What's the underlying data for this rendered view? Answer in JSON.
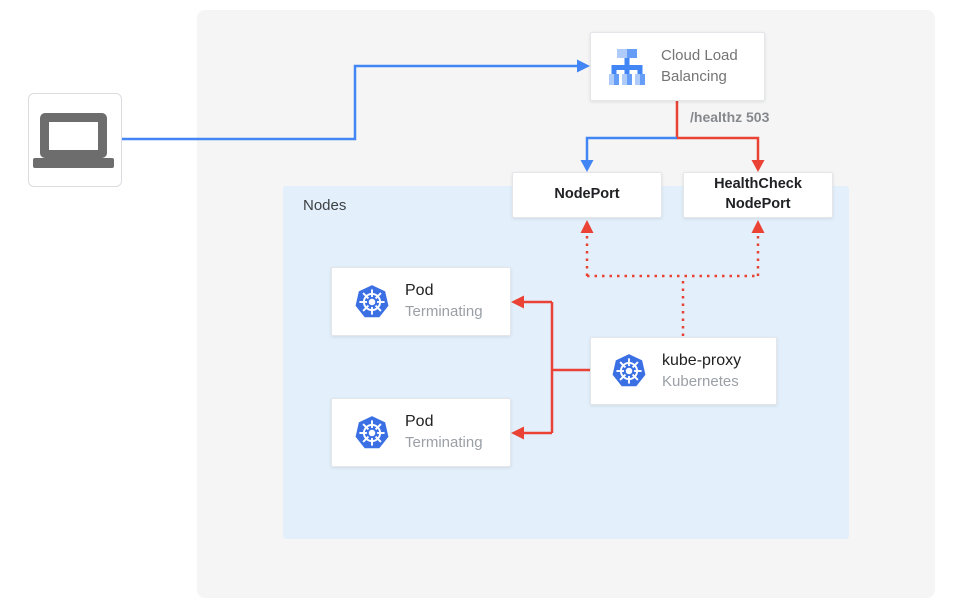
{
  "labels": {
    "nodes": "Nodes",
    "healthz": "/healthz 503"
  },
  "boxes": {
    "cloud_load_balancing": {
      "title": "Cloud Load Balancing"
    },
    "nodeport": {
      "title": "NodePort"
    },
    "healthcheck_nodeport": {
      "line1": "HealthCheck",
      "line2": "NodePort"
    },
    "pod_top": {
      "title": "Pod",
      "status": "Terminating"
    },
    "pod_bottom": {
      "title": "Pod",
      "status": "Terminating"
    },
    "kube_proxy": {
      "title": "kube-proxy",
      "subtitle": "Kubernetes"
    }
  },
  "icons": {
    "client": "laptop-icon",
    "load_balancer": "cloud-load-balancing-icon",
    "kubernetes": "kubernetes-wheel-icon"
  },
  "colors": {
    "blue": "#4285f4",
    "red": "#ea4335",
    "gray_bg": "#f5f5f5",
    "nodes_bg": "#e3f0fc",
    "k8s_blue": "#3b70e4",
    "icon_blue_dark": "#4285f4",
    "icon_blue_mid": "#669df6",
    "icon_blue_light": "#aecbfa",
    "laptop_gray": "#6d6d6d"
  }
}
